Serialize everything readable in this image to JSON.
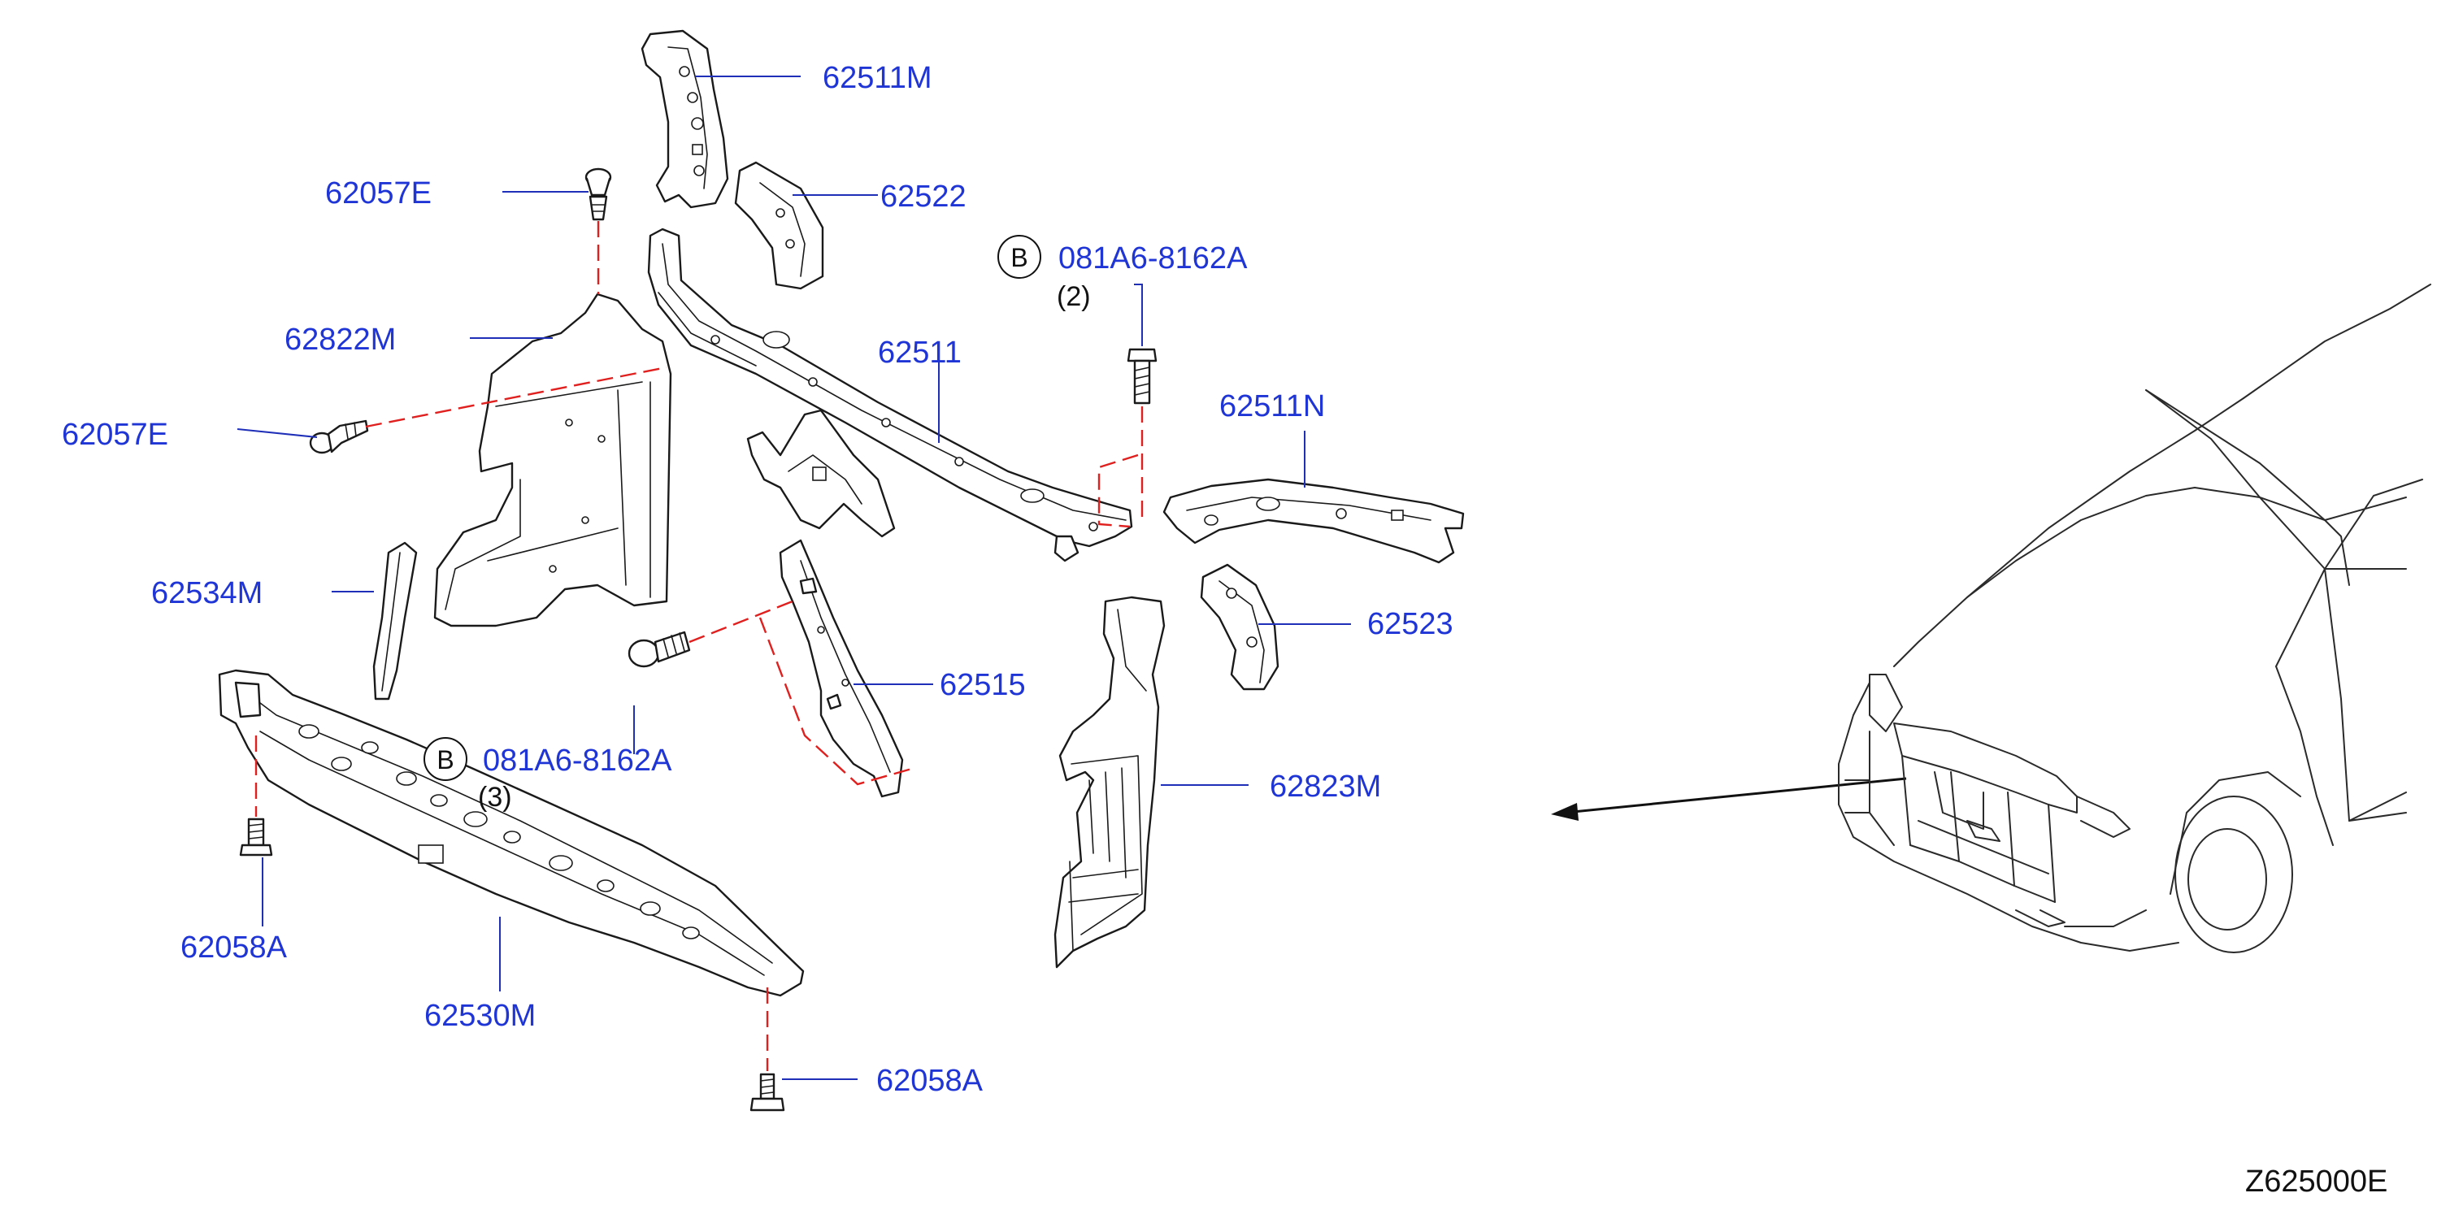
{
  "callouts": {
    "p62511M": "62511M",
    "p62522": "62522",
    "p62057E_top": "62057E",
    "p62822M": "62822M",
    "p62057E_left": "62057E",
    "p62511": "62511",
    "p62511N": "62511N",
    "p62534M": "62534M",
    "p62523": "62523",
    "p62515": "62515",
    "p62823M": "62823M",
    "p62058A_left": "62058A",
    "p62530M": "62530M",
    "p62058A_bottom": "62058A",
    "bolt_top": {
      "letter": "B",
      "part": "081A6-8162A",
      "qty": "(2)"
    },
    "bolt_mid": {
      "letter": "B",
      "part": "081A6-8162A",
      "qty": "(3)"
    }
  },
  "diagram_code": "Z625000E",
  "colors": {
    "label": "#1f35d6",
    "leader": "#1f2fb8",
    "dashed_connector": "#e0201f",
    "outline": "#1a1a1a"
  }
}
